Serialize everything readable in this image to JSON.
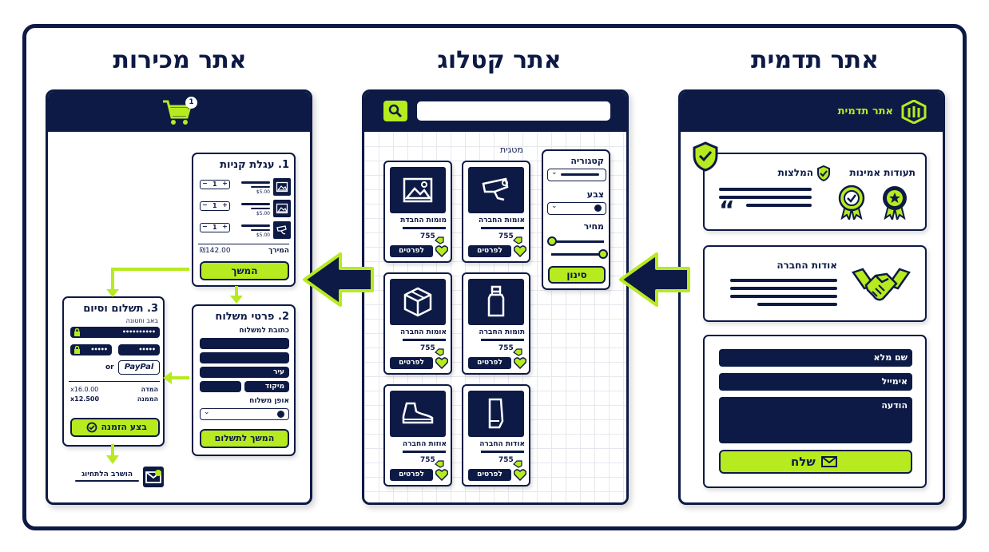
{
  "columns": {
    "showcase": {
      "title": "אתר תדמית"
    },
    "catalog": {
      "title": "אתר קטלוג"
    },
    "sales": {
      "title": "אתר מכירות"
    }
  },
  "showcase": {
    "brand": "אתר תדמית",
    "trust_title": "תעודות אמינות",
    "recommend_title": "המלצות",
    "quote_mark": "“",
    "about_title": "אודות החברה",
    "form": {
      "name": "שם מלא",
      "email": "אימייל",
      "message": "הודעה",
      "send": "שלח"
    }
  },
  "catalog": {
    "sort_label": "מטגית",
    "filter": {
      "category": "קטגוריה",
      "color": "צבע",
      "price": "מחיר",
      "filter_button": "סינון"
    },
    "products": [
      {
        "name": "אומות החברה",
        "price": "755",
        "details": "לפרטים",
        "icon": "camera-icon"
      },
      {
        "name": "מומות החבדת",
        "price": "755",
        "details": "לפרטים",
        "icon": "image-icon"
      },
      {
        "name": "תומות החברה",
        "price": "755",
        "details": "לפרטים",
        "icon": "bottle-icon"
      },
      {
        "name": "אומות החברה",
        "price": "755",
        "details": "לפרטים",
        "icon": "box-icon"
      },
      {
        "name": "אודות החברה",
        "price": "755",
        "details": "לפרטים",
        "icon": "boot-icon"
      },
      {
        "name": "אוזות החברה",
        "price": "755",
        "details": "לפרטים",
        "icon": "shoe-icon"
      }
    ]
  },
  "sales": {
    "cart_count": "1",
    "cart": {
      "title": "1. עגלת קניות",
      "items": [
        {
          "qty": "1",
          "price": "$5.00"
        },
        {
          "qty": "1",
          "price": "$5.00"
        },
        {
          "qty": "1",
          "price": "$5.00"
        }
      ],
      "total_label": "המירך",
      "total_value": "₪142.00",
      "continue": "המשך"
    },
    "shipping": {
      "title": "2. פרטי משלוח",
      "address_label": "כתובת למשלוח",
      "city": "עיר",
      "zip": "מיקוד",
      "method_label": "אופן משלוח",
      "continue": "המשך לתשלום"
    },
    "payment": {
      "title": "3. תשלום וסיום",
      "secure": "באב וחטונה",
      "card_mask": "••••••••••",
      "exp_mask": "•••••",
      "cvv_mask": "•••••",
      "or": "or",
      "paypal": "PayPal",
      "row1_label": "המדה",
      "row1_value": "x16.0.00",
      "row2_label": "הממנה",
      "row2_value": "x12.500",
      "place_order": "בצע הזמנה"
    },
    "confirm": "הושרב הלתחיוג"
  }
}
